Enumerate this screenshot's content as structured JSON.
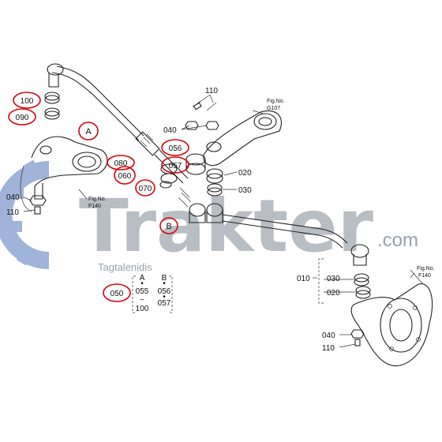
{
  "watermark": {
    "brand": "Trakter",
    "suffix": ".com",
    "tagline": "Tagtalenidis",
    "gear_color": "#9fb4d8",
    "text_color": "#b9bec4"
  },
  "accent_color": "#d8000c",
  "fig_refs": [
    {
      "line1": "Fig.No.",
      "line2": "G107"
    },
    {
      "line1": "Fig.No.",
      "line2": "F140"
    },
    {
      "line1": "Fig.No.",
      "line2": "F140"
    }
  ],
  "part_labels": {
    "l110_top": "110",
    "l040_top": "040",
    "l020_mid": "020",
    "l030_mid": "030",
    "l040_left": "040",
    "l110_left": "110",
    "l010_right": "010",
    "l030_right": "030",
    "l020_right": "020",
    "l040_bottom": "040",
    "l110_bottom": "110"
  },
  "circled_labels": {
    "c100": "100",
    "c090": "090",
    "cA": "A",
    "c056": "056",
    "c057": "057",
    "c080": "080",
    "c060": "060",
    "c070": "070",
    "cB": "B",
    "c050": "050"
  },
  "assembly_table": {
    "col_a_header": "A",
    "col_a": [
      "055",
      "100"
    ],
    "col_b_header": "B",
    "col_b": [
      "056",
      "057"
    ],
    "tilde": "~",
    "dot": "•"
  }
}
